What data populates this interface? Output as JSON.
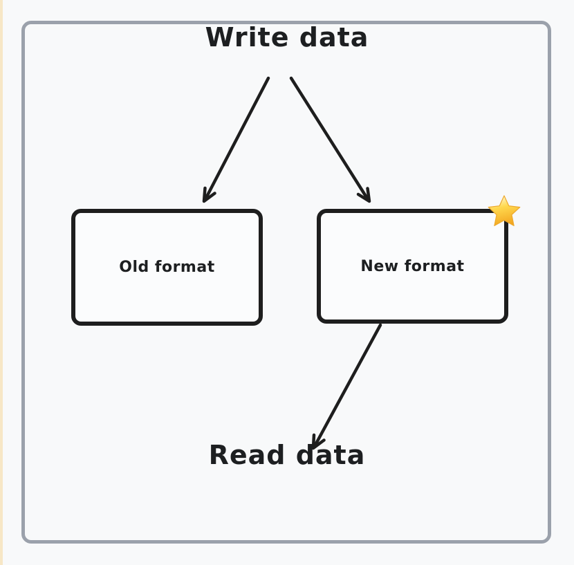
{
  "canvas": {
    "background_color": "#f8f9fa",
    "frame_color": "#9ba1ab",
    "left_strip_color": "#f7e7c6",
    "stroke_color": "#1e1e1e"
  },
  "diagram": {
    "title": "Write data",
    "footer": "Read data",
    "nodes": [
      {
        "id": "old-format",
        "label": "Old format"
      },
      {
        "id": "new-format",
        "label": "New format",
        "badge_icon": "star-icon"
      }
    ],
    "edges": [
      {
        "from": "write-data",
        "to": "old-format",
        "style": "arrow"
      },
      {
        "from": "write-data",
        "to": "new-format",
        "style": "arrow"
      },
      {
        "from": "new-format",
        "to": "read-data",
        "style": "arrow"
      }
    ],
    "star": {
      "gradient_top": "#fffbe0",
      "gradient_mid": "#ffd84e",
      "gradient_bottom": "#f2a51f",
      "outline": "#eda82c"
    }
  }
}
